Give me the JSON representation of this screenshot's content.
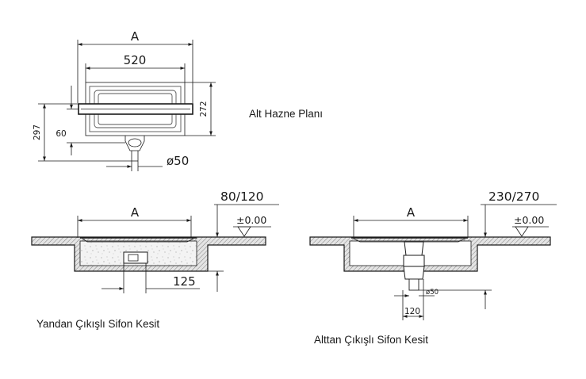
{
  "plan": {
    "title": "Alt Hazne Planı",
    "dim_a": "A",
    "dim_520": "520",
    "dim_272": "272",
    "dim_297": "297",
    "dim_60": "60",
    "dim_d50": "ø50"
  },
  "side_section": {
    "title": "Yandan Çıkışlı Sifon Kesit",
    "dim_a": "A",
    "height_range": "80/120",
    "level": "±0.00",
    "dim_125": "125"
  },
  "bottom_section": {
    "title": "Alttan Çıkışlı Sifon Kesit",
    "dim_a": "A",
    "height_range": "230/270",
    "level": "±0.00",
    "dim_d50": "ø50",
    "dim_120": "120"
  }
}
